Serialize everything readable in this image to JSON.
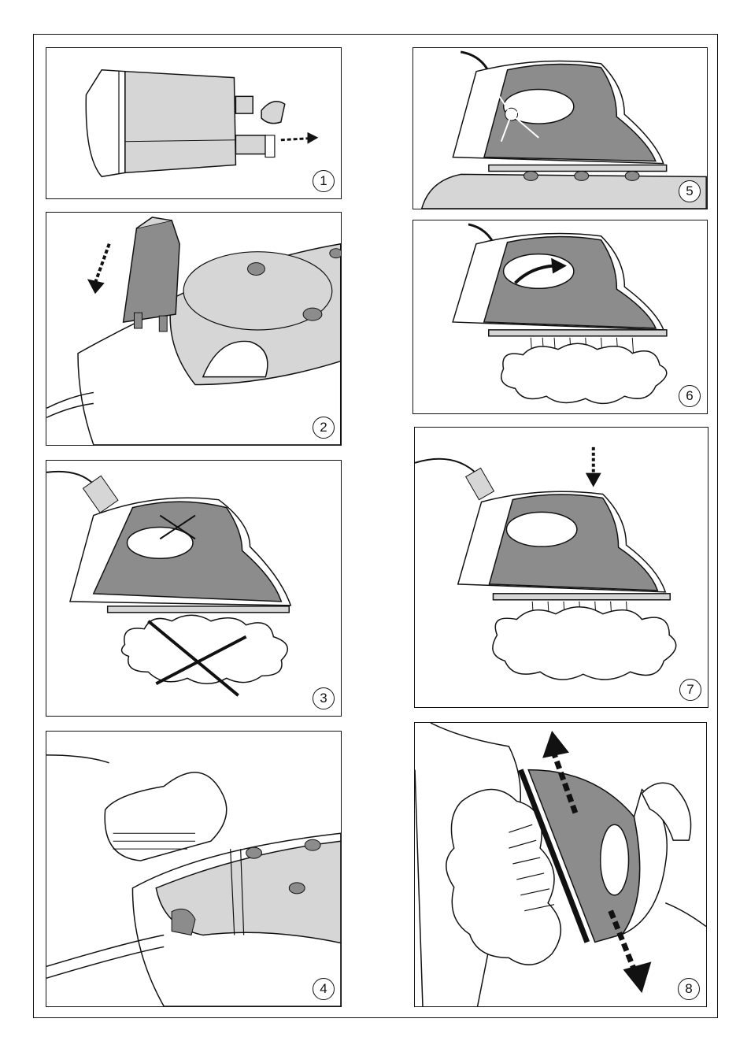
{
  "colors": {
    "grey": "#8c8c8c",
    "light_grey": "#d6d6d6",
    "line": "#111111"
  },
  "panels": [
    {
      "number": "1",
      "icon": "filter-cartridge-illustration"
    },
    {
      "number": "2",
      "icon": "insert-cartridge-illustration"
    },
    {
      "number": "3",
      "icon": "no-steam-illustration"
    },
    {
      "number": "4",
      "icon": "fill-water-illustration"
    },
    {
      "number": "5",
      "icon": "ready-light-illustration"
    },
    {
      "number": "6",
      "icon": "steam-dial-illustration"
    },
    {
      "number": "7",
      "icon": "steam-shot-illustration"
    },
    {
      "number": "8",
      "icon": "vertical-steam-illustration"
    }
  ]
}
